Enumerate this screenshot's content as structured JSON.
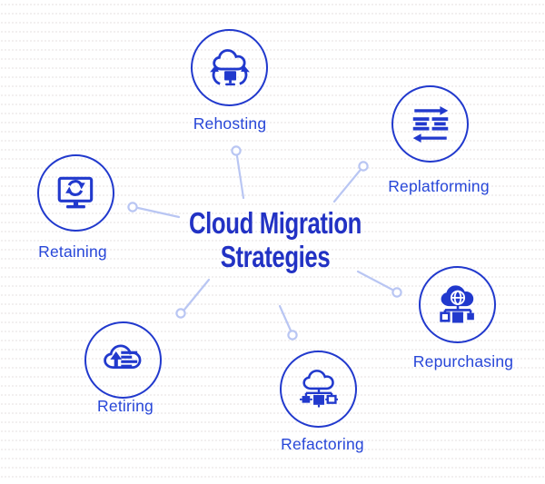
{
  "diagram": {
    "title_line1": "Cloud Migration",
    "title_line2": "Strategies"
  },
  "nodes": [
    {
      "label": "Rehosting",
      "icon": "cloud-sync-monitor"
    },
    {
      "label": "Replatforming",
      "icon": "list-exchange-arrows"
    },
    {
      "label": "Retaining",
      "icon": "monitor-refresh"
    },
    {
      "label": "Repurchasing",
      "icon": "cloud-globe-network"
    },
    {
      "label": "Retiring",
      "icon": "cloud-upload-archive"
    },
    {
      "label": "Refactoring",
      "icon": "cloud-network-nodes"
    }
  ],
  "colors": {
    "icon_blue": "#2139cd",
    "node_border": "#2139cd",
    "label_blue": "#2746d8",
    "title_blue": "#2232c4",
    "connector": "#b9c6f3",
    "background": "#ffffff"
  }
}
